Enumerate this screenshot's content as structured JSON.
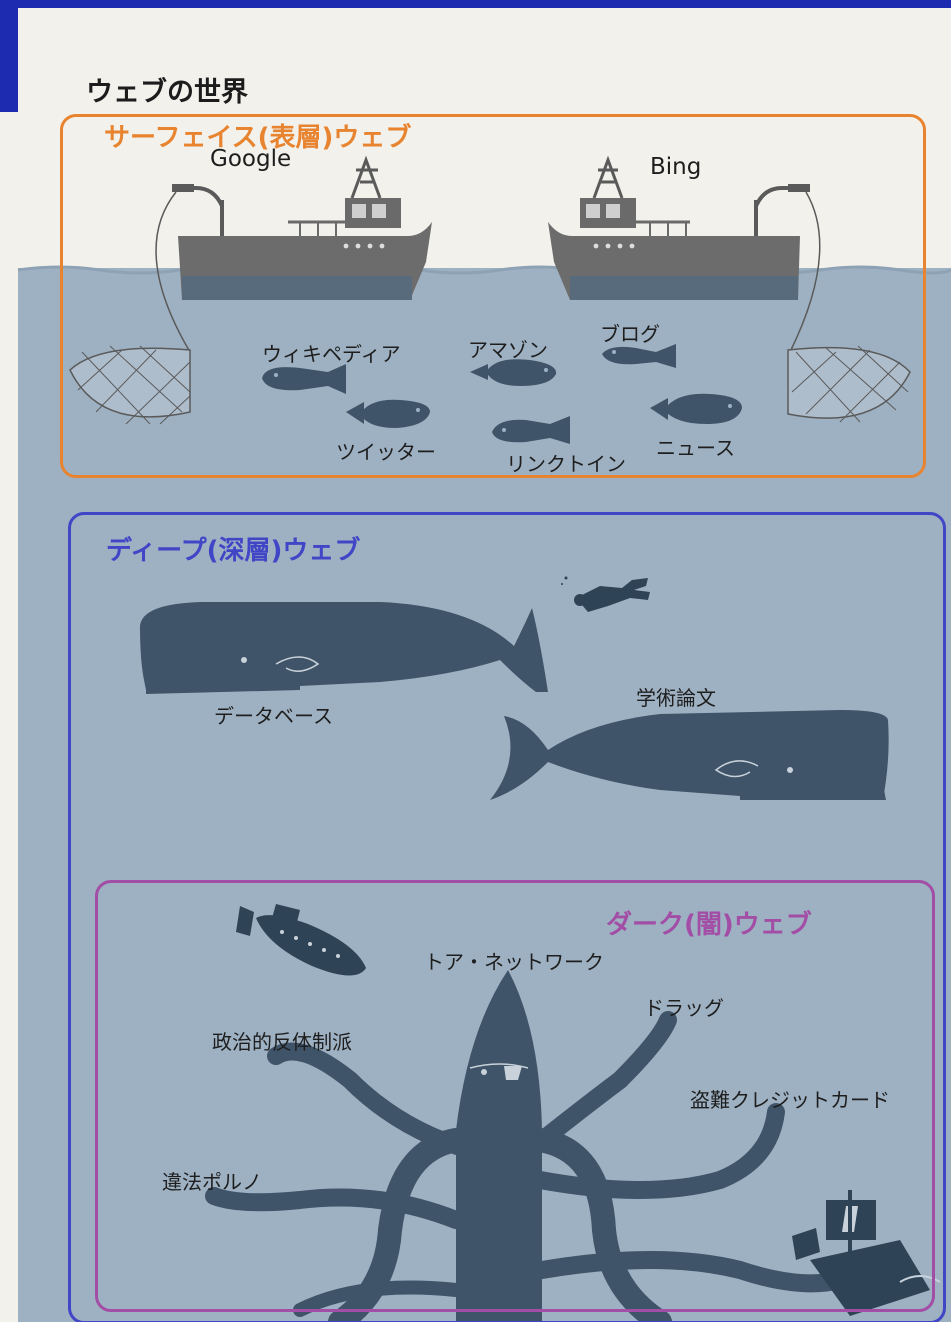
{
  "title": "ウェブの世界",
  "surface": {
    "heading": "サーフェイス(表層)ウェブ",
    "ships": [
      "Google",
      "Bing"
    ],
    "fish": [
      "ウィキペディア",
      "アマゾン",
      "ブログ",
      "ツイッター",
      "リンクトイン",
      "ニュース"
    ]
  },
  "deep": {
    "heading": "ディープ(深層)ウェブ",
    "whales": [
      "データベース",
      "学術論文"
    ]
  },
  "dark": {
    "heading": "ダーク(闇)ウェブ",
    "labels": [
      "トア・ネットワーク",
      "ドラッグ",
      "政治的反体制派",
      "盗難クレジットカード",
      "違法ポルノ"
    ]
  },
  "colors": {
    "surface_border": "#e8842f",
    "deep_border": "#4146c6",
    "dark_border": "#a24ea6",
    "water": "#9eb1c2",
    "silhouette": "#3f5468",
    "frame": "#1d2bb0"
  }
}
